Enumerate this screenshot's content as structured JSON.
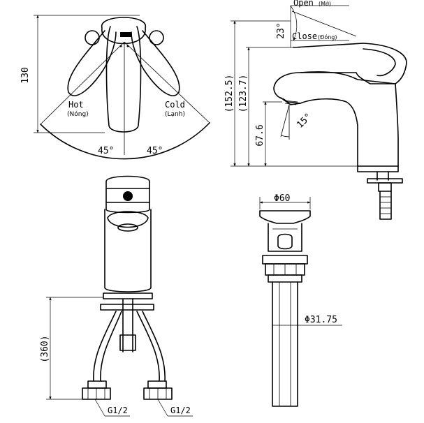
{
  "top_left": {
    "height_dim": "130",
    "hot": "Hot",
    "hot_vn": "(Nóng)",
    "cold": "Cold",
    "cold_vn": "(Lạnh)",
    "angle_left": "45°",
    "angle_right": "45°"
  },
  "top_right": {
    "open": "Open",
    "open_vn": "(Mở)",
    "close": "Close",
    "close_vn": "(Đóng)",
    "lever_angle": "23°",
    "dim_total": "(152.5)",
    "dim_spout": "(123.7)",
    "dim_outlet": "67.6",
    "outlet_angle": "15°"
  },
  "bottom_left": {
    "hose_length": "(360)",
    "thread_left": "G1/2",
    "thread_right": "G1/2"
  },
  "bottom_right": {
    "top_diameter": "Φ60",
    "pipe_diameter": "Φ31.75"
  }
}
